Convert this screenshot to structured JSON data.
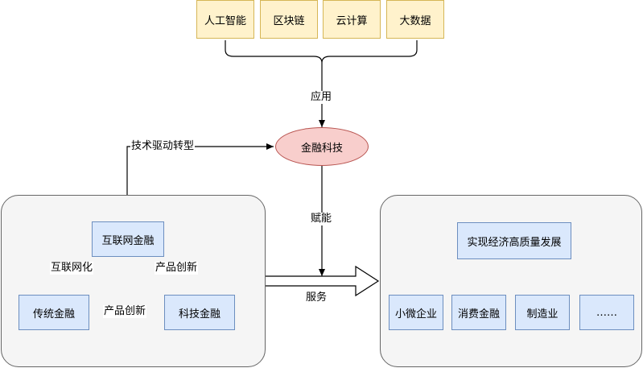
{
  "technologies": [
    "人工智能",
    "区块链",
    "云计算",
    "大数据"
  ],
  "center": "金融科技",
  "edge_labels": {
    "apply": "应用",
    "drive": "技术驱动转型",
    "empower": "赋能",
    "serve": "服务",
    "internetize": "互联网化",
    "innovate_1": "产品创新",
    "innovate_2": "产品创新"
  },
  "left_group": {
    "internet_finance": "互联网金融",
    "traditional_finance": "传统金融",
    "tech_finance": "科技金融"
  },
  "right_group": {
    "goal": "实现经济高质量发展",
    "targets": [
      "小微企业",
      "消费金融",
      "制造业",
      "……"
    ]
  }
}
